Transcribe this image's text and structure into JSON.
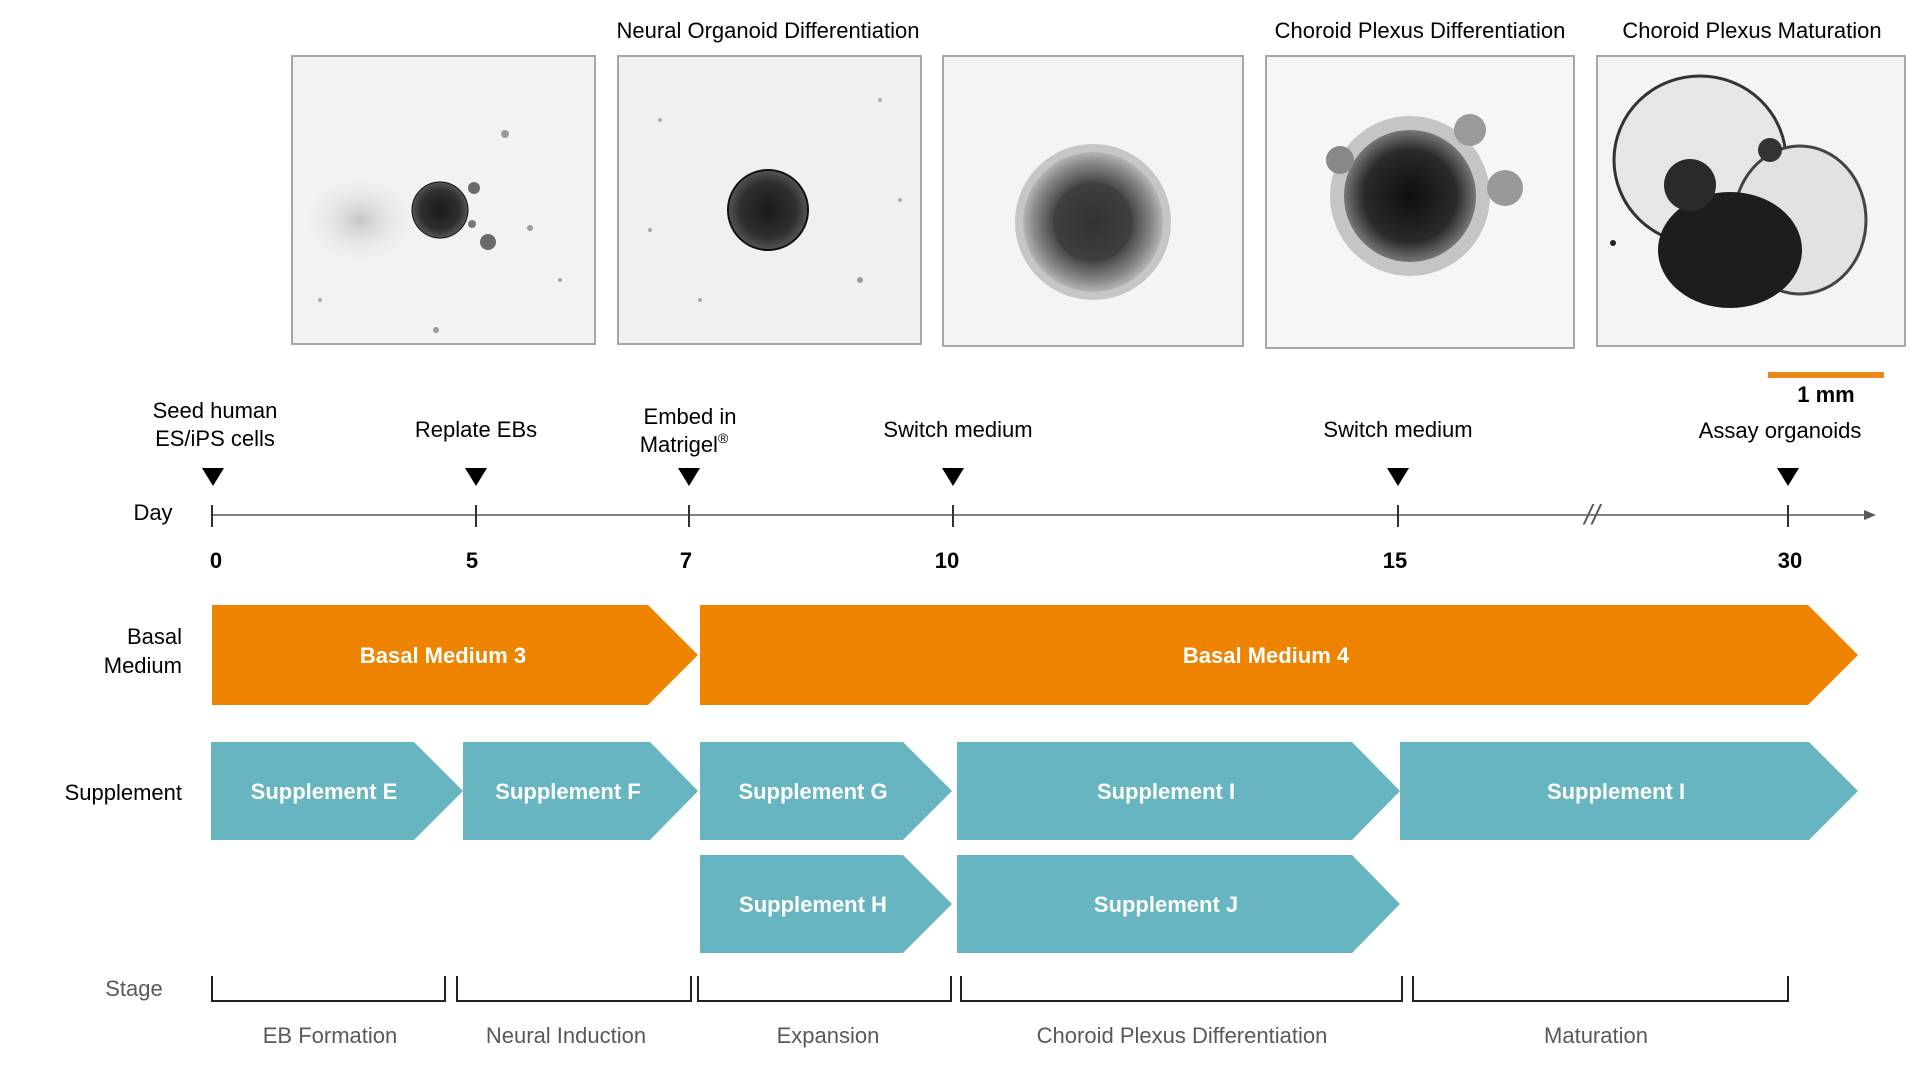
{
  "headers": {
    "neural": "Neural Organoid Differentiation",
    "cp_diff": "Choroid Plexus Differentiation",
    "cp_mat": "Choroid Plexus Maturation"
  },
  "scale_bar": {
    "label": "1 mm",
    "color": "#E8891A"
  },
  "events": [
    {
      "line1": "Seed human",
      "line2": "ES/iPS cells"
    },
    {
      "line1": "Replate EBs"
    },
    {
      "line1": "Embed in",
      "line2": "Matrigel",
      "sup": "®"
    },
    {
      "line1": "Switch medium"
    },
    {
      "line1": "Switch medium"
    },
    {
      "line1": "Assay organoids"
    }
  ],
  "timeline": {
    "label": "Day",
    "ticks": [
      "0",
      "5",
      "7",
      "10",
      "15",
      "30"
    ],
    "break_symbol": "//"
  },
  "rows": {
    "basal_l1": "Basal",
    "basal_l2": "Medium",
    "supplement": "Supplement",
    "stage": "Stage"
  },
  "basal_media": [
    "Basal Medium 3",
    "Basal Medium 4"
  ],
  "supplements_top": [
    "Supplement E",
    "Supplement F",
    "Supplement G",
    "Supplement I",
    "Supplement I"
  ],
  "supplements_bottom": [
    "Supplement H",
    "Supplement J"
  ],
  "stages": [
    "EB Formation",
    "Neural Induction",
    "Expansion",
    "Choroid Plexus Differentiation",
    "Maturation"
  ],
  "colors": {
    "basal": "#EE8300",
    "supplement": "#67B5C0",
    "stage_text": "#595959",
    "axis": "#595959"
  },
  "images": [
    {
      "caption": ""
    },
    {
      "caption": ""
    },
    {
      "caption": ""
    },
    {
      "caption": ""
    },
    {
      "caption": ""
    }
  ]
}
